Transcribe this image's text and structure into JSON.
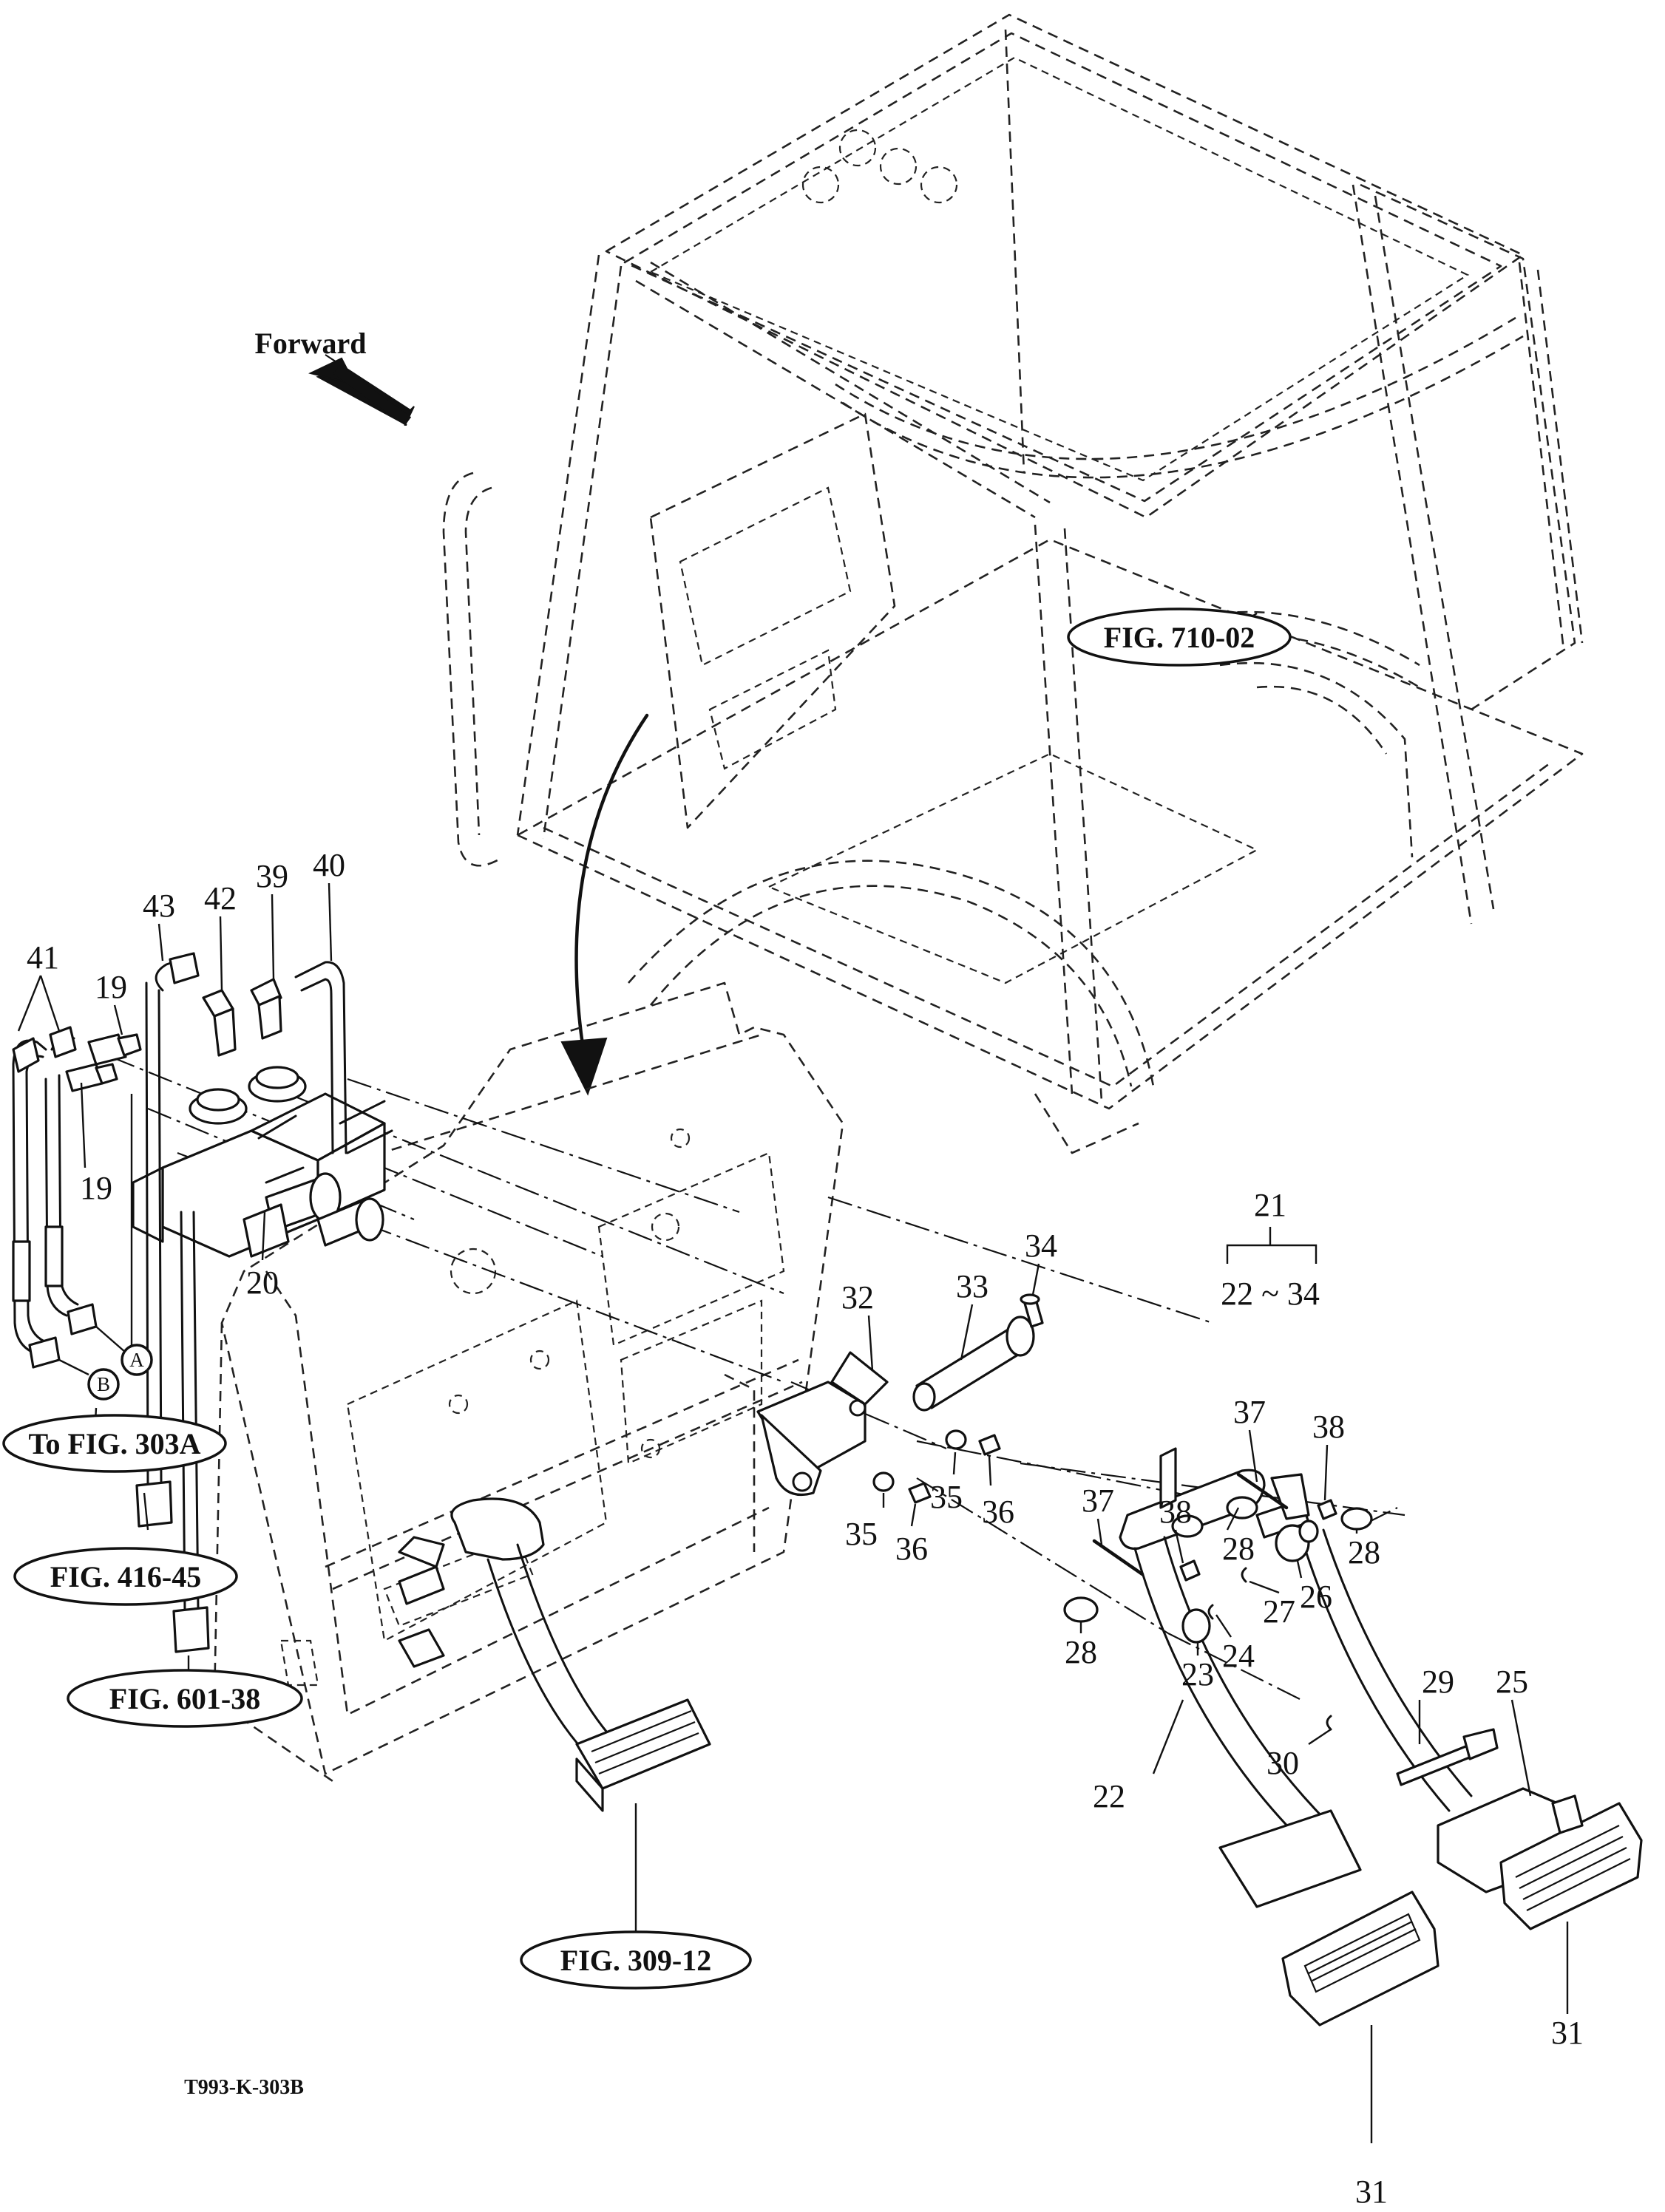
{
  "direction_label": "Forward",
  "drawing_number": "T993-K-303B",
  "kit": {
    "number": "21",
    "range": "22 ~ 34"
  },
  "references": {
    "cab_frame": "FIG. 710-02",
    "to_303a": "To FIG. 303A",
    "hose_416": "FIG. 416-45",
    "hose_601": "FIG. 601-38",
    "pedal_309": "FIG. 309-12"
  },
  "callouts": {
    "A": "A",
    "B": "B"
  },
  "part_labels": {
    "p19a": "19",
    "p19b": "19",
    "p20": "20",
    "p22": "22",
    "p23": "23",
    "p24": "24",
    "p25": "25",
    "p26": "26",
    "p27": "27",
    "p28a": "28",
    "p28b": "28",
    "p28c": "28",
    "p29": "29",
    "p30": "30",
    "p31a": "31",
    "p31b": "31",
    "p32": "32",
    "p33": "33",
    "p34": "34",
    "p35a": "35",
    "p35b": "35",
    "p36a": "36",
    "p36b": "36",
    "p37a": "37",
    "p37b": "37",
    "p38a": "38",
    "p38b": "38",
    "p39": "39",
    "p40": "40",
    "p41": "41",
    "p42": "42",
    "p43": "43"
  }
}
